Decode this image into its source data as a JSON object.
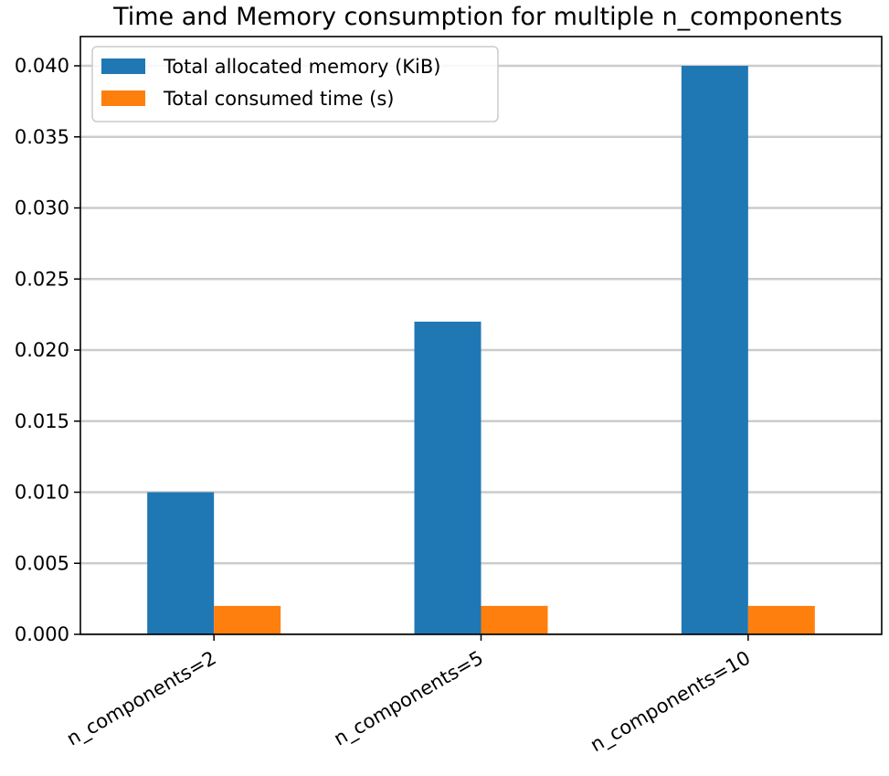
{
  "chart_data": {
    "type": "bar",
    "title": "Time and Memory consumption for multiple n_components",
    "xlabel": "",
    "ylabel": "",
    "categories": [
      "n_components=2",
      "n_components=5",
      "n_components=10"
    ],
    "series": [
      {
        "name": "Total allocated memory (KiB)",
        "color": "#1f77b4",
        "values": [
          0.01,
          0.022,
          0.04
        ]
      },
      {
        "name": "Total consumed time (s)",
        "color": "#ff7f0e",
        "values": [
          0.002,
          0.002,
          0.002
        ]
      }
    ],
    "ylim": [
      0,
      0.042
    ],
    "yticks": [
      "0.000",
      "0.005",
      "0.010",
      "0.015",
      "0.020",
      "0.025",
      "0.030",
      "0.035",
      "0.040"
    ],
    "grid": true,
    "legend": "upper-left"
  }
}
